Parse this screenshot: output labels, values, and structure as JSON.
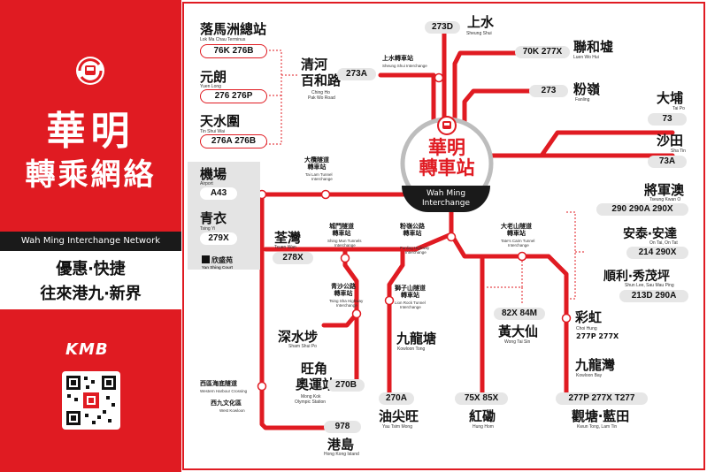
{
  "left_panel": {
    "title_line1": "華明",
    "title_line2": "轉乘網絡",
    "band_text": "Wah Ming Interchange Network",
    "slogan_line1": "優惠‧快捷",
    "slogan_line2": "往來港九‧新界",
    "brand": "KMB",
    "colors": {
      "panel": "#e01b22",
      "band": "#1a1a1a"
    }
  },
  "hub": {
    "title_line1": "華明",
    "title_line2": "轉車站",
    "band_line1": "Wah Ming",
    "band_line2": "Interchange"
  },
  "stations": {
    "lok_ma_chau": {
      "zh": "落馬洲總站",
      "en": "Lok Ma Chau Terminus",
      "routes": "76K  276B"
    },
    "yuen_long": {
      "zh": "元朗",
      "en": "Yuen Long",
      "routes": "276  276P"
    },
    "tin_shui_wai": {
      "zh": "天水圍",
      "en": "Tin Shui Wai",
      "routes": "276A  276B"
    },
    "ching_ho": {
      "zh1": "清河",
      "zh2": "百和路",
      "en1": "Ching Ho",
      "en2": "Pak Wo Road",
      "routes": "273A"
    },
    "sheung_shui": {
      "zh": "上水",
      "en": "Sheung Shui",
      "routes": "273D"
    },
    "luen_wo_hui": {
      "zh": "聯和墟",
      "en": "Luen Wo Hui",
      "routes": "70K  277X"
    },
    "fanling": {
      "zh": "粉嶺",
      "en": "Fanling",
      "routes": "273"
    },
    "tai_po": {
      "zh": "大埔",
      "en": "Tai Po",
      "routes": "73"
    },
    "sha_tin": {
      "zh": "沙田",
      "en": "Sha Tin",
      "routes": "73A"
    },
    "tseung_kwan_o": {
      "zh": "將軍澳",
      "en": "Tseung Kwan O",
      "routes": "290  290A  290X"
    },
    "on_tai": {
      "zh": "安泰‧安達",
      "en": "On Tai, On Tat",
      "routes": "214  290X"
    },
    "shun_lee": {
      "zh": "順利‧秀茂坪",
      "en": "Shun Lee, Sau Mau Ping",
      "routes": "213D  290A"
    },
    "choi_hung": {
      "zh": "彩虹",
      "en": "Choi Hung",
      "routes": "277P  277X"
    },
    "kowloon_bay": {
      "zh": "九龍灣",
      "en": "Kowloon Bay"
    },
    "kwun_tong": {
      "zh": "觀塘‧藍田",
      "en": "Kwun Tong, Lam Tin",
      "routes": "277P  277X  T277"
    },
    "wong_tai_sin": {
      "zh": "黃大仙",
      "en": "Wong Tai Sin",
      "routes": "82X  84M"
    },
    "hung_hom": {
      "zh": "紅磡",
      "en": "Hung Hom",
      "routes": "75X  85X"
    },
    "yau_tsim_mong": {
      "zh": "油尖旺",
      "en": "Yau Tsim Mong",
      "routes": "270A"
    },
    "kowloon_tong": {
      "zh": "九龍塘",
      "en": "Kowloon Tong"
    },
    "mong_kok": {
      "zh1": "旺角",
      "zh2": "奧運站",
      "en1": "Mong Kok",
      "en2": "Olympic Station",
      "routes": "270B"
    },
    "sham_shui_po": {
      "zh": "深水埗",
      "en": "Sham Shui Po"
    },
    "hong_kong_island": {
      "zh": "港島",
      "en": "Hong Kong Island",
      "routes": "978"
    },
    "west_kowloon": {
      "zh": "西九文化區",
      "en": "West Kowloon"
    },
    "tsuen_wan": {
      "zh": "荃灣",
      "en": "Tsuen Wan",
      "routes": "278X"
    },
    "tsing_yi": {
      "zh": "青衣",
      "en": "Tsing Yi",
      "routes": "279X"
    },
    "airport": {
      "zh": "機場",
      "en": "Airport",
      "routes": "A43"
    }
  },
  "interchanges": {
    "sheung_shui": {
      "zh": "上水轉車站",
      "en": "Sheung Shui Interchange"
    },
    "tai_lam": {
      "zh1": "大欖隧道",
      "zh2": "轉車站",
      "en1": "Tai Lam Tunnel",
      "en2": "Interchange"
    },
    "shing_mun": {
      "zh1": "城門隧道",
      "zh2": "轉車站",
      "en1": "Shing Mun Tunnels",
      "en2": "Interchange"
    },
    "fanling_hwy": {
      "zh1": "粉嶺公路",
      "zh2": "轉車站",
      "en1": "Fanling Highway",
      "en2": "Interchange"
    },
    "tates_cairn": {
      "zh1": "大老山隧道",
      "zh2": "轉車站",
      "en1": "Tate's Cairn Tunnel",
      "en2": "Interchange"
    },
    "tsing_sha": {
      "zh1": "青沙公路",
      "zh2": "轉車站",
      "en1": "Tsing Sha Highway",
      "en2": "Interchange"
    },
    "lion_rock": {
      "zh1": "獅子山隧道",
      "zh2": "轉車站",
      "en1": "Lion Rock Tunnel",
      "en2": "Interchange"
    },
    "western_harbour": {
      "zh": "西區海底隧道",
      "en": "Western Harbour Crossing"
    }
  },
  "exchange_label": "欣盛苑",
  "exchange_en": "Yan Shing Court",
  "colors": {
    "line": "#e01b22",
    "text": "#111111",
    "pill_gray": "#e6e6e6"
  }
}
